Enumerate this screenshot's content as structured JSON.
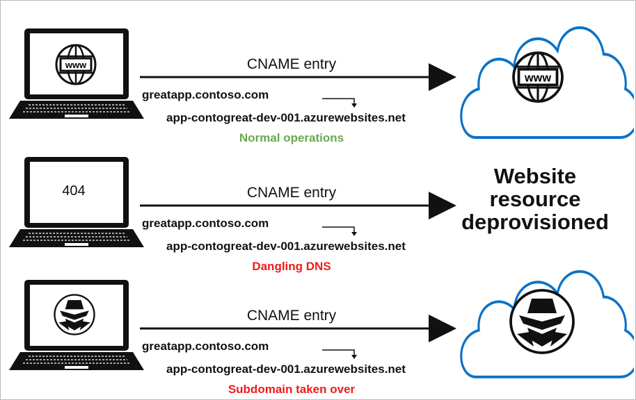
{
  "rows": [
    {
      "cname_label": "CNAME entry",
      "source_domain": "greatapp.contoso.com",
      "target_domain": "app-contogreat-dev-001.azurewebsites.net",
      "status": "Normal operations",
      "status_color": "#6aa84f",
      "screen_icon": "www-globe-icon",
      "destination": "cloud-www-icon"
    },
    {
      "cname_label": "CNAME entry",
      "source_domain": "greatapp.contoso.com",
      "target_domain": "app-contogreat-dev-001.azurewebsites.net",
      "status": "Dangling DNS",
      "status_color": "#ee1c1c",
      "screen_text": "404",
      "destination_lines": [
        "Website",
        "resource",
        "deprovisioned"
      ]
    },
    {
      "cname_label": "CNAME entry",
      "source_domain": "greatapp.contoso.com",
      "target_domain": "app-contogreat-dev-001.azurewebsites.net",
      "status": "Subdomain taken over",
      "status_color": "#ee1c1c",
      "screen_icon": "hacker-icon",
      "destination": "cloud-hacker-icon"
    }
  ],
  "colors": {
    "cloud_outline": "#0a72c8"
  }
}
